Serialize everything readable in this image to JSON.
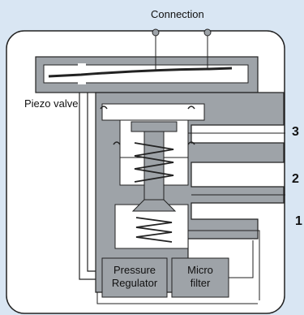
{
  "labels": {
    "connection": "Connection",
    "piezo_valve": "Piezo valve",
    "port_3": "3",
    "port_2": "2",
    "port_1": "1",
    "pressure_regulator_line1": "Pressure",
    "pressure_regulator_line2": "Regulator",
    "micro_filter_line1": "Micro",
    "micro_filter_line2": "filter"
  },
  "colors": {
    "background": "#d9e6f3",
    "housing": "#ffffff",
    "body": "#9ea3a8",
    "outline": "#222222"
  }
}
